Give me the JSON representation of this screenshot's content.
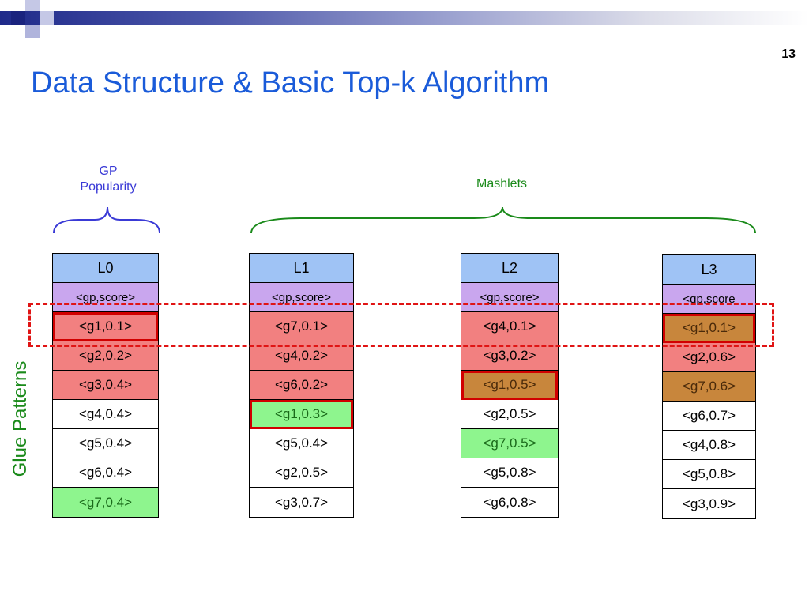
{
  "slide": {
    "page_number": "13",
    "title": "Data Structure & Basic Top-k Algorithm"
  },
  "labels": {
    "gp_popularity_line1": "GP",
    "gp_popularity_line2": "Popularity",
    "mashlets": "Mashlets",
    "glue_patterns": "Glue Patterns"
  },
  "lists": [
    {
      "header": "L0",
      "subheader": "<gp,score>",
      "cells": [
        {
          "text": "<g1,0.1>",
          "style": "red",
          "boxed": true
        },
        {
          "text": "<g2,0.2>",
          "style": "red"
        },
        {
          "text": "<g3,0.4>",
          "style": "red"
        },
        {
          "text": "<g4,0.4>",
          "style": "white"
        },
        {
          "text": "<g5,0.4>",
          "style": "white"
        },
        {
          "text": "<g6,0.4>",
          "style": "white"
        },
        {
          "text": "<g7,0.4>",
          "style": "green"
        }
      ]
    },
    {
      "header": "L1",
      "subheader": "<gp,score>",
      "cells": [
        {
          "text": "<g7,0.1>",
          "style": "red"
        },
        {
          "text": "<g4,0.2>",
          "style": "red"
        },
        {
          "text": "<g6,0.2>",
          "style": "red"
        },
        {
          "text": "<g1,0.3>",
          "style": "green",
          "boxed": true
        },
        {
          "text": "<g5,0.4>",
          "style": "white"
        },
        {
          "text": "<g2,0.5>",
          "style": "white"
        },
        {
          "text": "<g3,0.7>",
          "style": "white"
        }
      ]
    },
    {
      "header": "L2",
      "subheader": "<gp,score>",
      "cells": [
        {
          "text": "<g4,0.1>",
          "style": "red"
        },
        {
          "text": "<g3,0.2>",
          "style": "red"
        },
        {
          "text": "<g1,0.5>",
          "style": "brown",
          "boxed": true
        },
        {
          "text": "<g2,0.5>",
          "style": "white"
        },
        {
          "text": "<g7,0.5>",
          "style": "green"
        },
        {
          "text": "<g5,0.8>",
          "style": "white"
        },
        {
          "text": "<g6,0.8>",
          "style": "white"
        }
      ]
    },
    {
      "header": "L3",
      "subheader": "<gp,score",
      "cells": [
        {
          "text": "<g1,0.1>",
          "style": "brown",
          "boxed": true
        },
        {
          "text": "<g2,0.6>",
          "style": "red"
        },
        {
          "text": "<g7,0.6>",
          "style": "brown"
        },
        {
          "text": "<g6,0.7>",
          "style": "white"
        },
        {
          "text": "<g4,0.8>",
          "style": "white"
        },
        {
          "text": "<g5,0.8>",
          "style": "white"
        },
        {
          "text": "<g3,0.9>",
          "style": "white"
        }
      ]
    }
  ],
  "colors": {
    "title": "#1a5bd9",
    "header_blue": "#9fc3f5",
    "subheader_purple": "#c9a6ee",
    "red_cell": "#f28080",
    "green_cell": "#8ef58e",
    "brown_cell": "#c8863c",
    "highlight_red": "#e01414",
    "brace_blue": "#3a3ad6",
    "brace_green": "#1a8a1a"
  }
}
